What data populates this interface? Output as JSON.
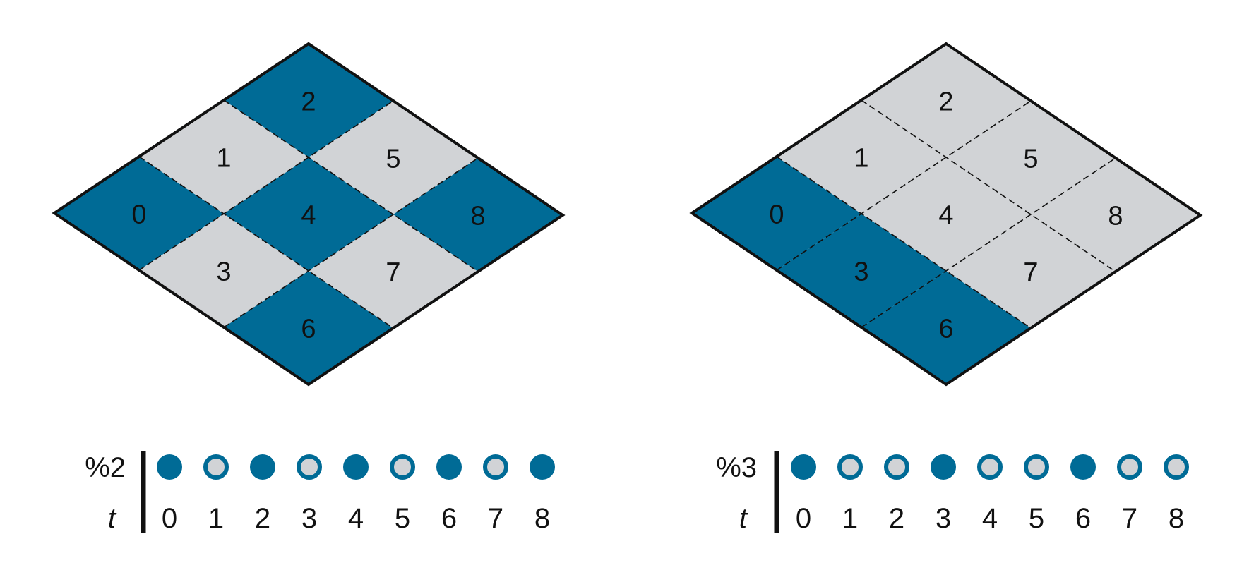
{
  "colors": {
    "highlight": "#006B96",
    "background_cell": "#D1D3D6",
    "outline": "#111111",
    "empty_dot_fill": "#D1D3D6"
  },
  "panels": [
    {
      "id": "mod2",
      "row_label": "%2",
      "t_label": "t",
      "cells": [
        {
          "index": 0,
          "label": "0",
          "highlighted": true
        },
        {
          "index": 1,
          "label": "1",
          "highlighted": false
        },
        {
          "index": 2,
          "label": "2",
          "highlighted": true
        },
        {
          "index": 3,
          "label": "3",
          "highlighted": false
        },
        {
          "index": 4,
          "label": "4",
          "highlighted": true
        },
        {
          "index": 5,
          "label": "5",
          "highlighted": false
        },
        {
          "index": 6,
          "label": "6",
          "highlighted": true
        },
        {
          "index": 7,
          "label": "7",
          "highlighted": false
        },
        {
          "index": 8,
          "label": "8",
          "highlighted": true
        }
      ],
      "timeline": [
        {
          "t": "0",
          "filled": true
        },
        {
          "t": "1",
          "filled": false
        },
        {
          "t": "2",
          "filled": true
        },
        {
          "t": "3",
          "filled": false
        },
        {
          "t": "4",
          "filled": true
        },
        {
          "t": "5",
          "filled": false
        },
        {
          "t": "6",
          "filled": true
        },
        {
          "t": "7",
          "filled": false
        },
        {
          "t": "8",
          "filled": true
        }
      ]
    },
    {
      "id": "mod3",
      "row_label": "%3",
      "t_label": "t",
      "cells": [
        {
          "index": 0,
          "label": "0",
          "highlighted": true
        },
        {
          "index": 1,
          "label": "1",
          "highlighted": false
        },
        {
          "index": 2,
          "label": "2",
          "highlighted": false
        },
        {
          "index": 3,
          "label": "3",
          "highlighted": true
        },
        {
          "index": 4,
          "label": "4",
          "highlighted": false
        },
        {
          "index": 5,
          "label": "5",
          "highlighted": false
        },
        {
          "index": 6,
          "label": "6",
          "highlighted": true
        },
        {
          "index": 7,
          "label": "7",
          "highlighted": false
        },
        {
          "index": 8,
          "label": "8",
          "highlighted": false
        }
      ],
      "timeline": [
        {
          "t": "0",
          "filled": true
        },
        {
          "t": "1",
          "filled": false
        },
        {
          "t": "2",
          "filled": false
        },
        {
          "t": "3",
          "filled": true
        },
        {
          "t": "4",
          "filled": false
        },
        {
          "t": "5",
          "filled": false
        },
        {
          "t": "6",
          "filled": true
        },
        {
          "t": "7",
          "filled": false
        },
        {
          "t": "8",
          "filled": false
        }
      ]
    }
  ]
}
